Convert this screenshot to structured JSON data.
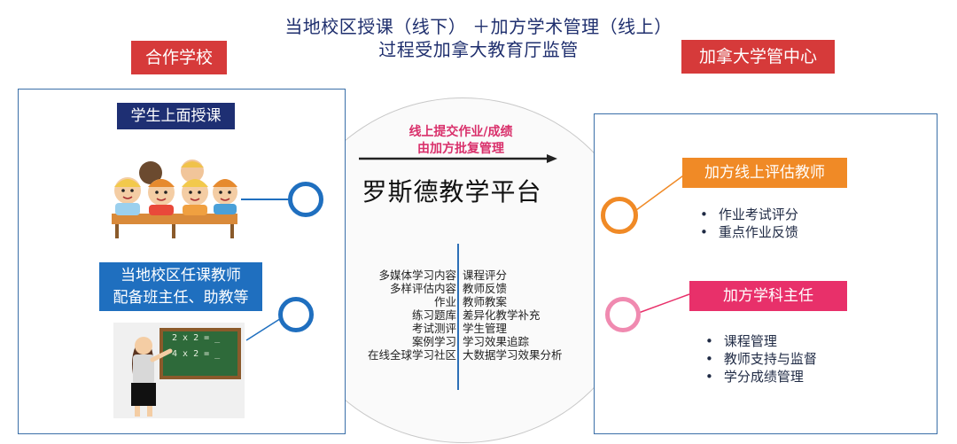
{
  "header": {
    "line1": "当地校区授课（线下）  ＋加方学术管理（线上）",
    "line2": "过程受加拿大教育厅监管"
  },
  "left": {
    "tag": "合作学校",
    "students_label": "学生上面授课",
    "teachers_label_line1": "当地校区任课教师",
    "teachers_label_line2": "配备班主任、助教等",
    "blackboard_text_1": "2 x 2 = _",
    "blackboard_text_2": "4 x 2 = _"
  },
  "center": {
    "submit_line1": "线上提交作业/成绩",
    "submit_line2": "由加方批复管理",
    "platform_title": "罗斯德教学平台",
    "features_left": [
      "多媒体学习内容",
      "多样评估内容",
      "作业",
      "练习题库",
      "考试测评",
      "案例学习",
      "在线全球学习社区"
    ],
    "features_right": [
      "课程评分",
      "教师反馈",
      "教师教案",
      "差异化教学补充",
      "学生管理",
      "学习效果追踪",
      "大数据学习效果分析"
    ]
  },
  "right": {
    "tag": "加拿大学管中心",
    "assess_label": "加方线上评估教师",
    "assess_bullets": [
      "作业考试评分",
      "重点作业反馈"
    ],
    "subject_label": "加方学科主任",
    "subject_bullets": [
      "课程管理",
      "教师支持与监督",
      "学分成绩管理"
    ]
  },
  "colors": {
    "navy": "#1e2f73",
    "blue": "#1f6fbf",
    "red": "#d63a3a",
    "orange": "#f08a26",
    "pink": "#e8306a"
  }
}
